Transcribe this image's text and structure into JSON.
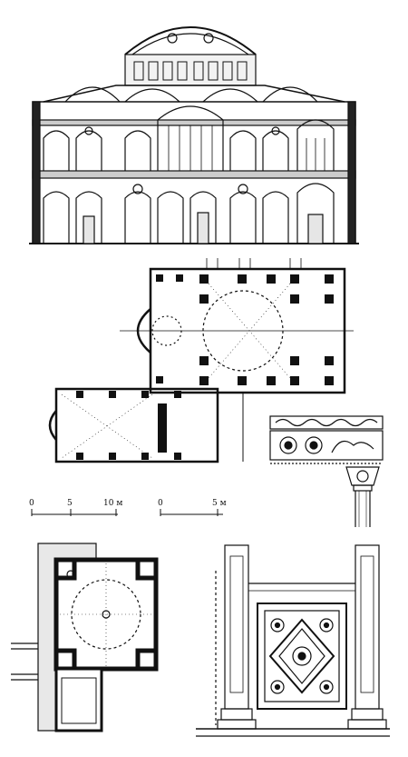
{
  "scale_bars": {
    "left": {
      "tick_labels": [
        "0",
        "5",
        "10 м"
      ]
    },
    "right": {
      "tick_labels": [
        "0",
        "5 м"
      ]
    }
  },
  "icons": {
    "section": "church-cross-section-icon",
    "plan": "church-plan-icon",
    "frieze": "ornament-frieze-icon",
    "small_plan": "chapel-plan-icon",
    "panel": "ornamental-panel-icon"
  }
}
